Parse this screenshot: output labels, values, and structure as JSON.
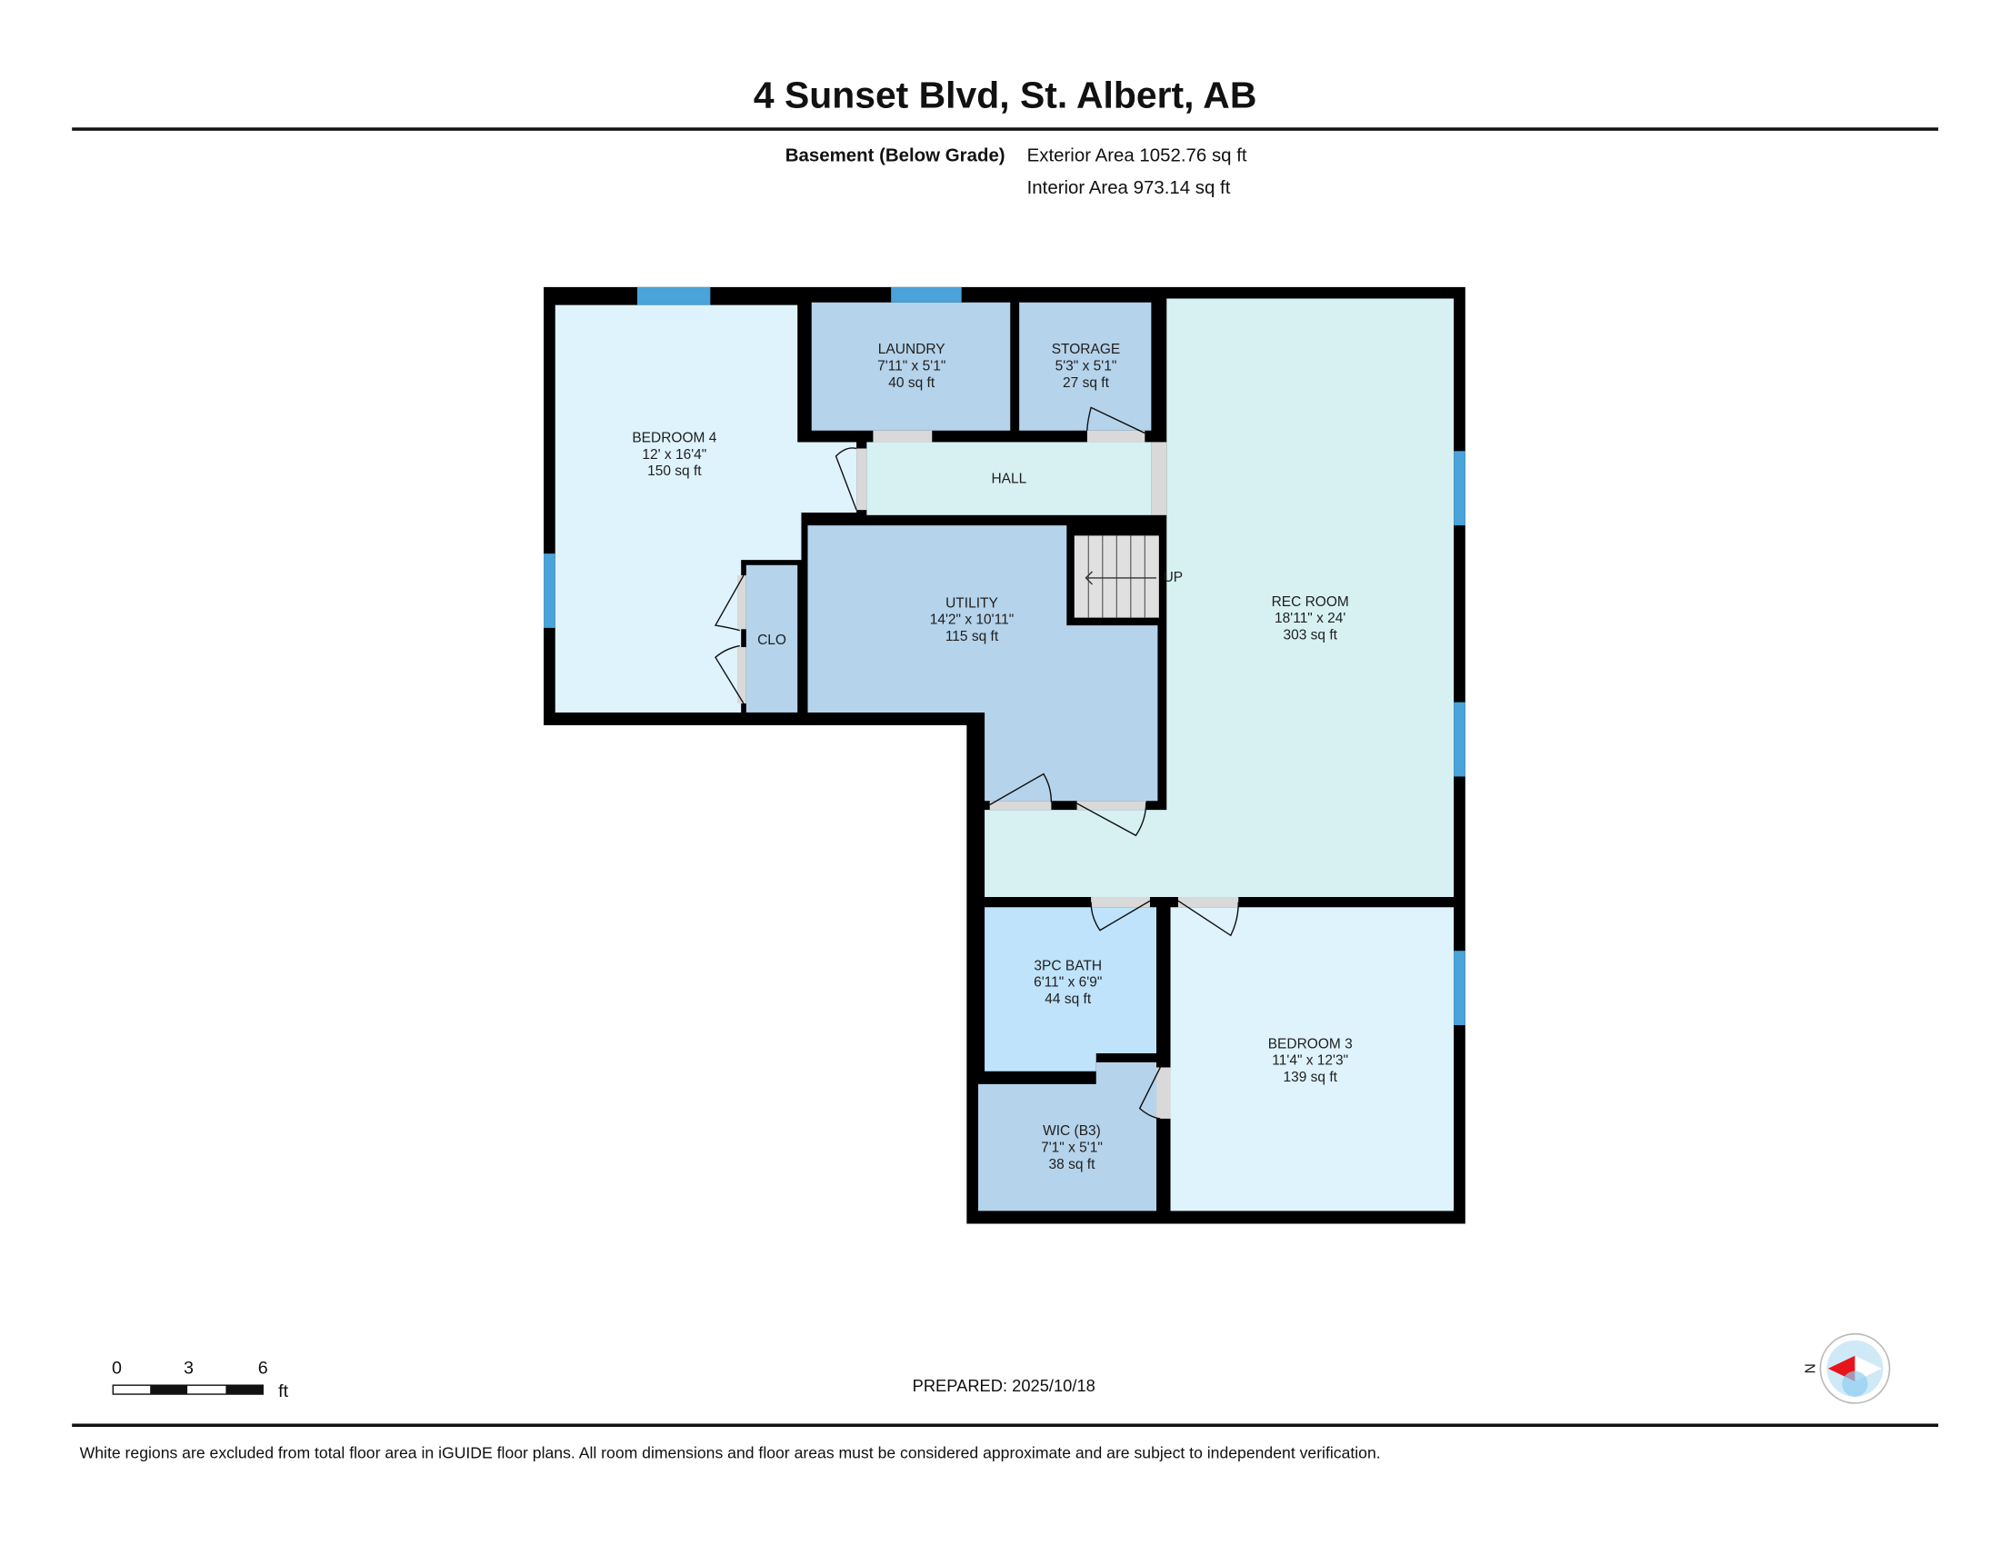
{
  "header": {
    "title": "4 Sunset Blvd, St. Albert, AB",
    "floor_label": "Basement (Below Grade)",
    "exterior_area": "Exterior Area 1052.76 sq ft",
    "interior_area": "Interior Area 973.14 sq ft"
  },
  "rooms": {
    "bedroom4": {
      "name": "BEDROOM 4",
      "dims": "12' x 16'4\"",
      "area": "150 sq ft"
    },
    "laundry": {
      "name": "LAUNDRY",
      "dims": "7'11\" x 5'1\"",
      "area": "40 sq ft"
    },
    "storage": {
      "name": "STORAGE",
      "dims": "5'3\" x 5'1\"",
      "area": "27 sq ft"
    },
    "hall": {
      "name": "HALL"
    },
    "utility": {
      "name": "UTILITY",
      "dims": "14'2\" x 10'11\"",
      "area": "115 sq ft"
    },
    "rec_room": {
      "name": "REC ROOM",
      "dims": "18'11\" x 24'",
      "area": "303 sq ft"
    },
    "clo": {
      "name": "CLO"
    },
    "stairs": {
      "label": "UP"
    },
    "bath": {
      "name": "3PC BATH",
      "dims": "6'11\" x 6'9\"",
      "area": "44 sq ft"
    },
    "bedroom3": {
      "name": "BEDROOM 3",
      "dims": "11'4\" x 12'3\"",
      "area": "139 sq ft"
    },
    "wic": {
      "name": "WIC (B3)",
      "dims": "7'1\" x 5'1\"",
      "area": "38 sq ft"
    }
  },
  "scale_bar": {
    "ticks": [
      "0",
      "3",
      "6"
    ],
    "unit": "ft"
  },
  "prepared": "PREPARED: 2025/10/18",
  "compass": {
    "label": "N",
    "icon": "compass-icon"
  },
  "disclaimer": "White regions are excluded from total floor area in iGUIDE floor plans. All room dimensions and floor areas must be considered approximate and are subject to independent verification.",
  "colors": {
    "bedroom": "#dff3fc",
    "utility": "#b5d3ea",
    "rec": "#d7f1f3",
    "bath": "#bfe3fa",
    "window": "#4aa3d9",
    "wall": "#000000"
  }
}
